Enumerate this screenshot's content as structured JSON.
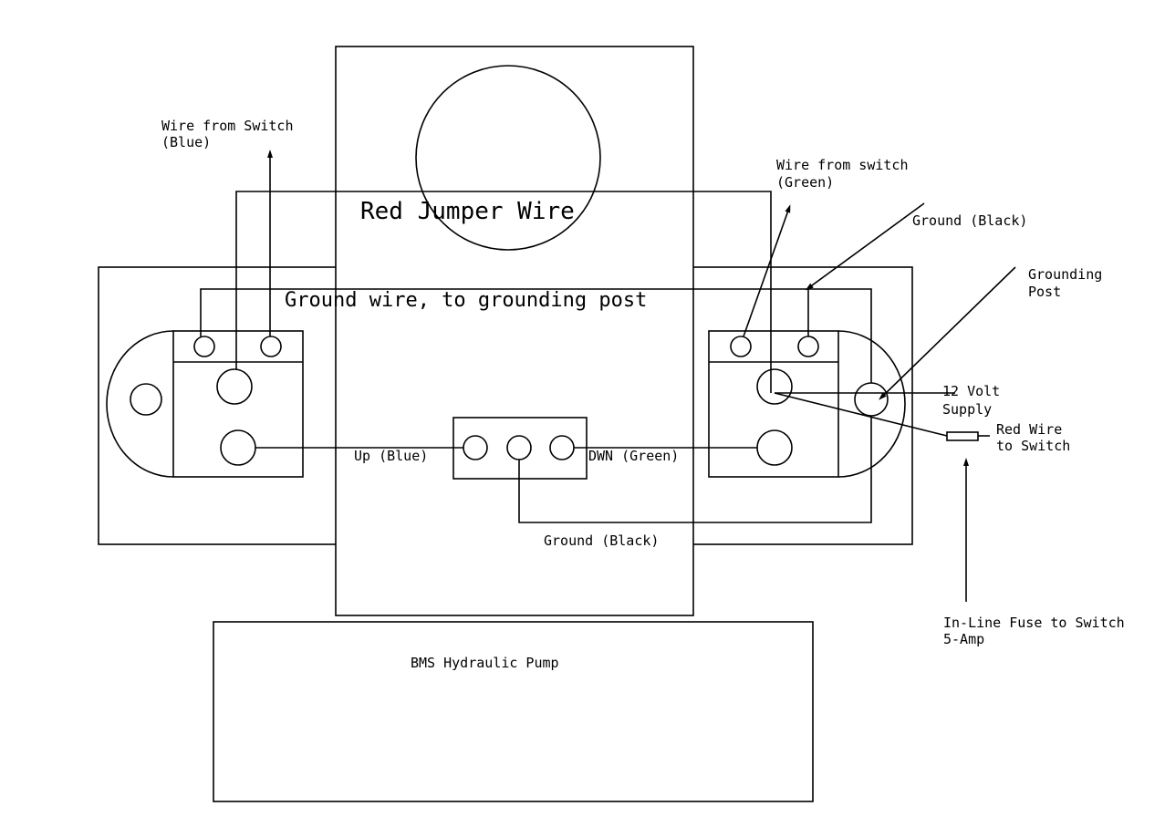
{
  "labels": {
    "wire_from_switch_blue_1": "Wire from Switch",
    "wire_from_switch_blue_2": "(Blue)",
    "wire_from_switch_green_1": "Wire from switch",
    "wire_from_switch_green_2": "(Green)",
    "red_jumper_wire": "Red Jumper Wire",
    "ground_wire_to_post": "Ground wire, to grounding post",
    "ground_black_top": "Ground (Black)",
    "grounding_post_1": "Grounding",
    "grounding_post_2": "Post",
    "supply_1": "12 Volt",
    "supply_2": "Supply",
    "red_wire_switch_1": "Red Wire",
    "red_wire_switch_2": "to Switch",
    "up_blue": "Up (Blue)",
    "dwn_green": "DWN (Green)",
    "ground_black_bottom": "Ground (Black)",
    "fuse_1": "In-Line Fuse to Switch",
    "fuse_2": "5-Amp",
    "pump": "BMS Hydraulic Pump"
  }
}
